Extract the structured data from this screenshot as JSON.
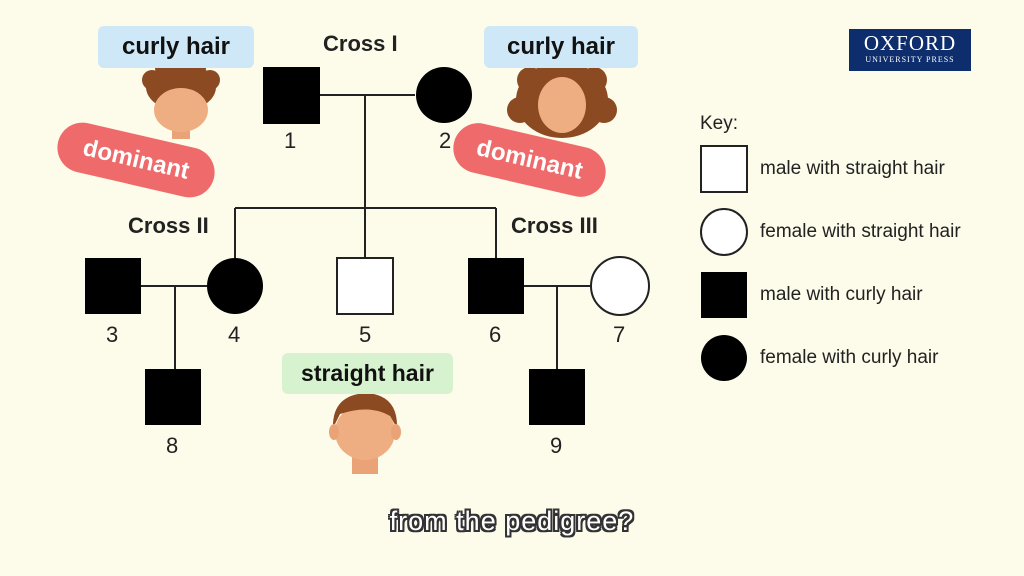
{
  "labels": {
    "curly_left": "curly hair",
    "curly_right": "curly hair",
    "dominant_left": "dominant",
    "dominant_right": "dominant",
    "straight": "straight hair"
  },
  "crosses": {
    "cross1": "Cross I",
    "cross2": "Cross II",
    "cross3": "Cross III"
  },
  "individuals": [
    "1",
    "2",
    "3",
    "4",
    "5",
    "6",
    "7",
    "8",
    "9"
  ],
  "key": {
    "title": "Key:",
    "items": [
      {
        "text": "male with straight hair",
        "icon": "square-empty"
      },
      {
        "text": "female with straight hair",
        "icon": "circle-empty"
      },
      {
        "text": "male with curly hair",
        "icon": "square-filled"
      },
      {
        "text": "female with curly hair",
        "icon": "circle-filled"
      }
    ]
  },
  "logo": {
    "line1": "OXFORD",
    "line2": "UNIVERSITY PRESS"
  },
  "caption": "from the pedigree?",
  "colors": {
    "background": "#fdfbe9",
    "dominant": "#ef6b6b",
    "curly_label": "#cfe8f7",
    "straight_label": "#d7f2cf",
    "logo": "#0d2d6c"
  }
}
